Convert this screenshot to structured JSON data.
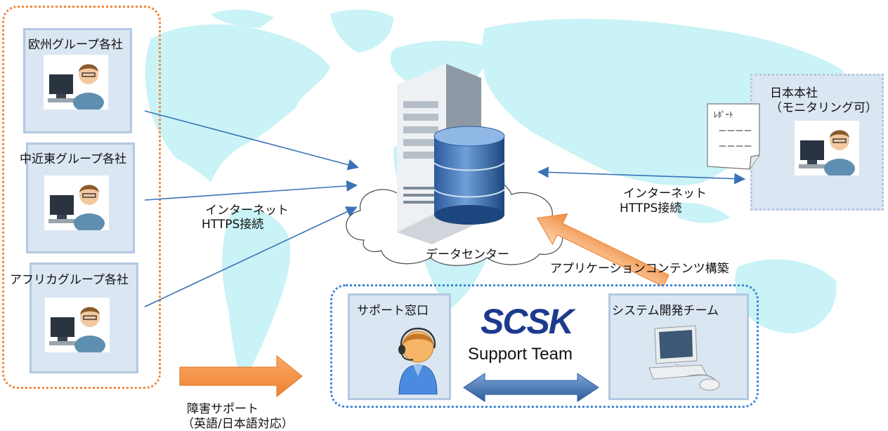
{
  "regions": [
    {
      "id": "europe",
      "label": "欧州グループ各社"
    },
    {
      "id": "middle_east",
      "label": "中近東グループ各社"
    },
    {
      "id": "africa",
      "label": "アフリカグループ各社"
    }
  ],
  "regional_connection": {
    "line1": "インターネット",
    "line2": "HTTPS接続"
  },
  "datacenter": {
    "label": "データセンター"
  },
  "hq": {
    "title": "日本本社",
    "subtitle": "（モニタリング可）"
  },
  "hq_connection": {
    "line1": "インターネット",
    "line2": "HTTPS接続"
  },
  "report": {
    "title": "ﾚﾎﾟｰﾄ",
    "line1": "－－－－",
    "line2": "－－－－"
  },
  "app_build": {
    "label": "アプリケーションコンテンツ構築"
  },
  "support_desk": {
    "label": "サポート窓口"
  },
  "dev_team": {
    "label": "システム開発チーム"
  },
  "brand": {
    "name": "SCSK",
    "team": "Support Team"
  },
  "support_arrow": {
    "line1": "障害サポート",
    "line2": "（英語/日本語対応）"
  },
  "colors": {
    "orange": "#f0883a",
    "blue_dotted": "#3f86d6",
    "box_fill": "#dbe6f3",
    "map": "#c9f3f6",
    "arrow_blue": "#3566a8",
    "brand_blue": "#1d3a8e"
  }
}
